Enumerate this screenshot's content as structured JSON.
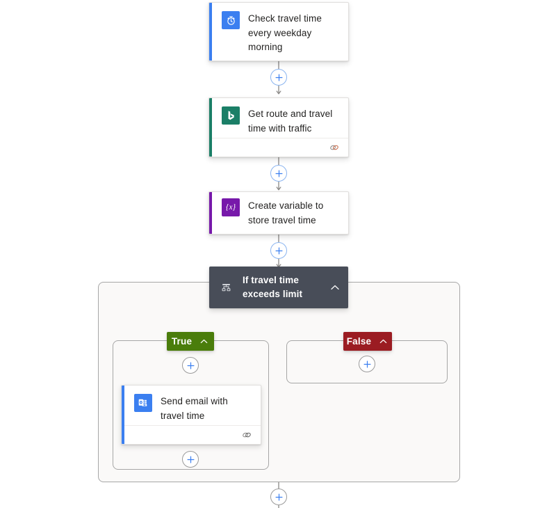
{
  "app": {
    "name": "cloud-flow-designer",
    "canvas_background": "#ffffff"
  },
  "colors": {
    "trigger_accent": "#3b7ff0",
    "bing_accent": "#1b7f67",
    "variable_accent": "#7719aa",
    "outlook_accent": "#3b7ff0",
    "condition_header": "#484d58",
    "true_branch": "#4a7d0b",
    "false_branch": "#9b1c22",
    "scope_fill": "#faf9f8",
    "scope_border": "#a6a6a6",
    "connector": "#8a8886",
    "plus_blue": "#3b7ff0",
    "text_primary": "#201f1e"
  },
  "flow": {
    "trigger": {
      "title": "Check travel time every weekday morning",
      "icon": "alarm-clock-icon",
      "icon_glyph": "⏱",
      "accent": "#3b7ff0",
      "has_footer": false
    },
    "actions": [
      {
        "id": "get-route",
        "title": "Get route and travel time with traffic",
        "icon": "bing-maps-icon",
        "accent": "#1b7f67",
        "has_footer": true,
        "footer_icon": "connection-link-icon"
      },
      {
        "id": "create-variable",
        "title": "Create variable to store travel time",
        "icon": "variable-icon",
        "icon_glyph": "{x}",
        "accent": "#7719aa",
        "has_footer": false
      }
    ],
    "condition": {
      "title": "If travel time exceeds limit",
      "icon": "condition-branch-icon",
      "collapse_icon": "chevron-up-icon",
      "branches": [
        {
          "id": "true-branch",
          "label": "True",
          "color": "#4a7d0b",
          "collapse_icon": "chevron-up-icon",
          "actions": [
            {
              "id": "send-email",
              "title": "Send email with travel time",
              "icon": "outlook-icon",
              "accent": "#3b7ff0",
              "has_footer": true,
              "footer_icon": "connection-link-icon"
            }
          ]
        },
        {
          "id": "false-branch",
          "label": "False",
          "color": "#9b1c22",
          "collapse_icon": "chevron-up-icon",
          "actions": []
        }
      ]
    }
  },
  "add_buttons": [
    {
      "id": "add-after-trigger",
      "label": "+",
      "style": "blue"
    },
    {
      "id": "add-after-get-route",
      "label": "+",
      "style": "blue"
    },
    {
      "id": "add-after-create-variable",
      "label": "+",
      "style": "blue"
    },
    {
      "id": "add-in-true-top",
      "label": "+",
      "style": "gray"
    },
    {
      "id": "add-in-true-bottom",
      "label": "+",
      "style": "gray"
    },
    {
      "id": "add-in-false",
      "label": "+",
      "style": "gray"
    },
    {
      "id": "add-after-condition",
      "label": "+",
      "style": "gray"
    }
  ]
}
